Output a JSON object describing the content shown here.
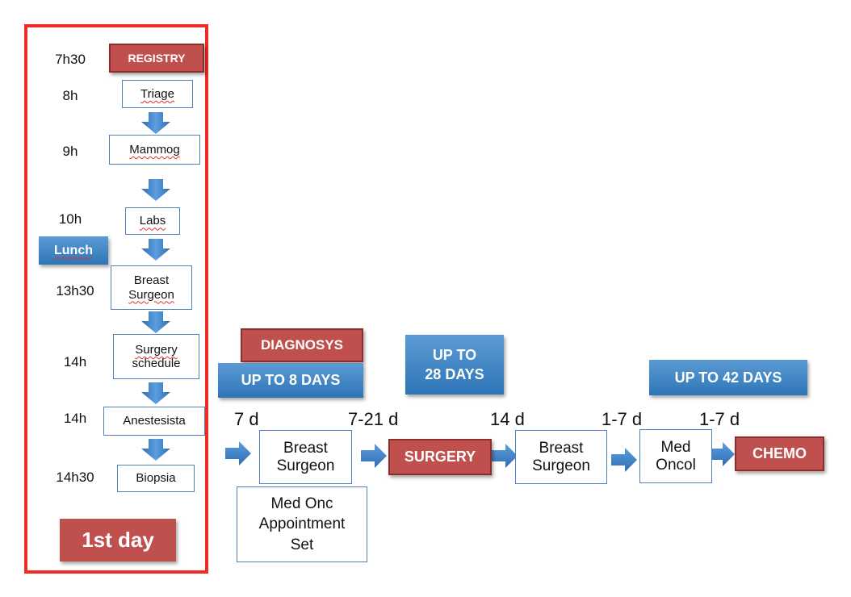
{
  "first_day": {
    "label": "1st day",
    "lunch": "Lunch",
    "steps": [
      {
        "time": "7h30",
        "label": "REGISTRY"
      },
      {
        "time": "8h",
        "label": "Triage"
      },
      {
        "time": "9h",
        "label": "Mammog"
      },
      {
        "time": "10h",
        "label": "Labs"
      },
      {
        "time": "13h30",
        "label_line1": "Breast",
        "label_line2": "Surgeon"
      },
      {
        "time": "14h",
        "label_line1": "Surgery",
        "label_line2": "schedule"
      },
      {
        "time": "14h",
        "label": "Anestesista"
      },
      {
        "time": "14h30",
        "label": "Biopsia"
      }
    ]
  },
  "milestones": {
    "diagnosys": "DIAGNOSYS",
    "up_to_8": "UP TO 8 DAYS",
    "up_to_28_line1": "UP TO",
    "up_to_28_line2": "28 DAYS",
    "up_to_42": "UP TO 42 DAYS"
  },
  "intervals": [
    "7 d",
    "7-21 d",
    "14 d",
    "1-7 d",
    "1-7 d"
  ],
  "flow": {
    "breast_surgeon_1_line1": "Breast",
    "breast_surgeon_1_line2": "Surgeon",
    "med_onc_line1": "Med Onc",
    "med_onc_line2": "Appointment",
    "med_onc_line3": "Set",
    "surgery": "SURGERY",
    "breast_surgeon_2_line1": "Breast",
    "breast_surgeon_2_line2": "Surgeon",
    "med_oncol_line1": "Med",
    "med_oncol_line2": "Oncol",
    "chemo": "CHEMO"
  },
  "colors": {
    "frame": "#ee2b24",
    "red_box": "#c0504d",
    "blue_box": "#2e75b6",
    "arrow": "#3a7ec4",
    "box_border": "#4f81bd"
  }
}
